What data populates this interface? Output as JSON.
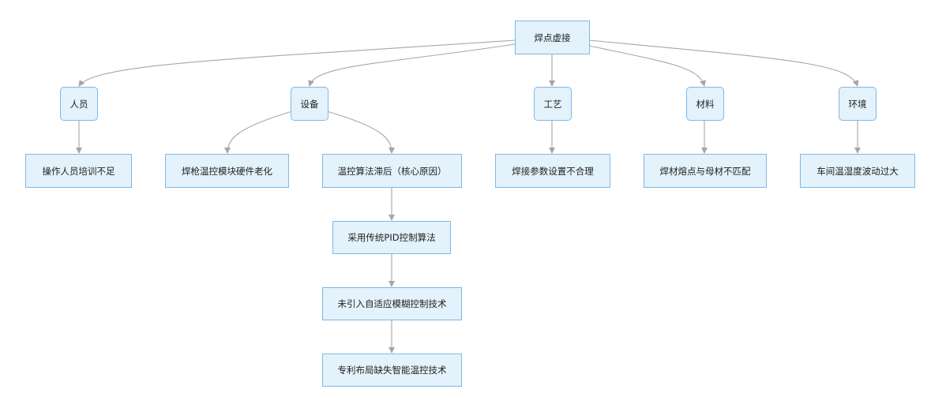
{
  "diagram": {
    "root": "焊点虚接",
    "categories": {
      "personnel": "人员",
      "equipment": "设备",
      "process": "工艺",
      "material": "材料",
      "environment": "环境"
    },
    "causes": {
      "personnel_training": "操作人员培训不足",
      "torch_aging": "焊枪温控模块硬件老化",
      "algorithm_lag": "温控算法滞后（核心原因）",
      "process_params": "焊接参数设置不合理",
      "melting_point": "焊材熔点与母材不匹配",
      "temp_humidity": "车间温湿度波动过大"
    },
    "chain": {
      "pid": "采用传统PID控制算法",
      "fuzzy": "未引入自适应模糊控制技术",
      "patent": "专利布局缺失智能温控技术"
    },
    "colors": {
      "node_fill": "#e3f2fb",
      "node_border": "#7fb8e6",
      "edge": "#a6a6a6"
    }
  }
}
